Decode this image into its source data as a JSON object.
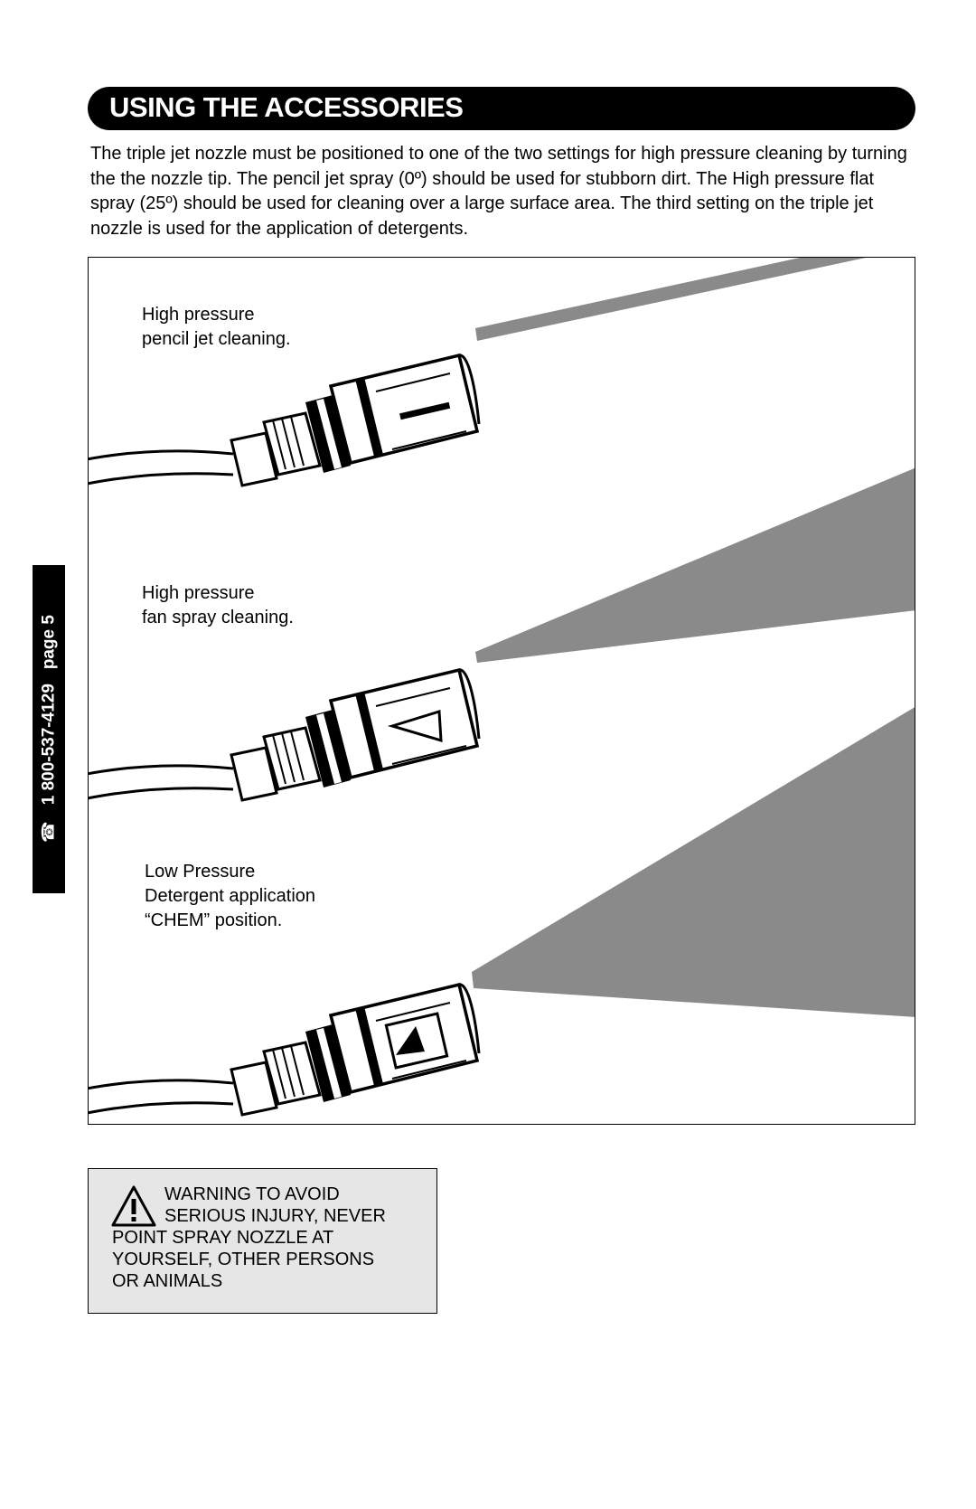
{
  "header": {
    "title": "USING THE ACCESSORIES"
  },
  "intro": "The triple jet nozzle must be positioned to one of the two settings for high pressure cleaning by turning the the nozzle tip. The pencil jet spray (0º) should be used for stubborn dirt. The High pressure flat spray (25º) should be used for cleaning over a large surface area. The third setting on the triple jet nozzle is used for the application of detergents.",
  "side_tab": {
    "phone_icon": "telephone-icon",
    "text": "1 800-537-4129   page 5"
  },
  "figure": {
    "nozzle_1": {
      "line1": "High pressure",
      "line2": "pencil jet cleaning."
    },
    "nozzle_2": {
      "line1": "High pressure",
      "line2": "fan spray cleaning."
    },
    "nozzle_3": {
      "line1": "Low Pressure",
      "line2": "Detergent application",
      "line3": "“CHEM” position."
    },
    "spray_color": "#8a8a8a"
  },
  "warning": {
    "icon": "warning-triangle-icon",
    "line1": "WARNING TO AVOID",
    "line2": "SERIOUS INJURY, NEVER",
    "line3": "POINT SPRAY NOZZLE AT",
    "line4": "YOURSELF, OTHER PERSONS",
    "line5": "OR ANIMALS"
  }
}
